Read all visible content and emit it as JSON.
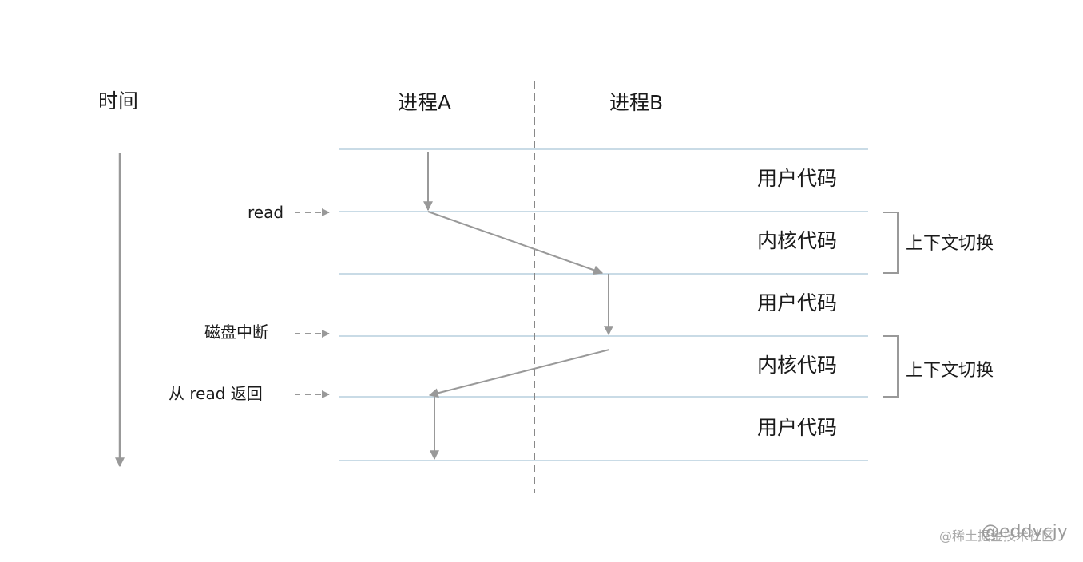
{
  "headers": {
    "time": "时间",
    "process_a": "进程A",
    "process_b": "进程B"
  },
  "regions": [
    "用户代码",
    "内核代码",
    "用户代码",
    "内核代码",
    "用户代码"
  ],
  "events": {
    "read": "read",
    "disk_interrupt": "磁盘中断",
    "read_return": "从 read 返回"
  },
  "context_switch": [
    "上下文切换",
    "上下文切换"
  ],
  "watermark": {
    "platform": "@稀土掘金技术社区",
    "author": "@eddycjy"
  },
  "colors": {
    "arrow": "#999999",
    "band_line": "#c9dbe6",
    "divider": "#888888",
    "bracket": "#999999",
    "text": "#1a1a1a"
  }
}
